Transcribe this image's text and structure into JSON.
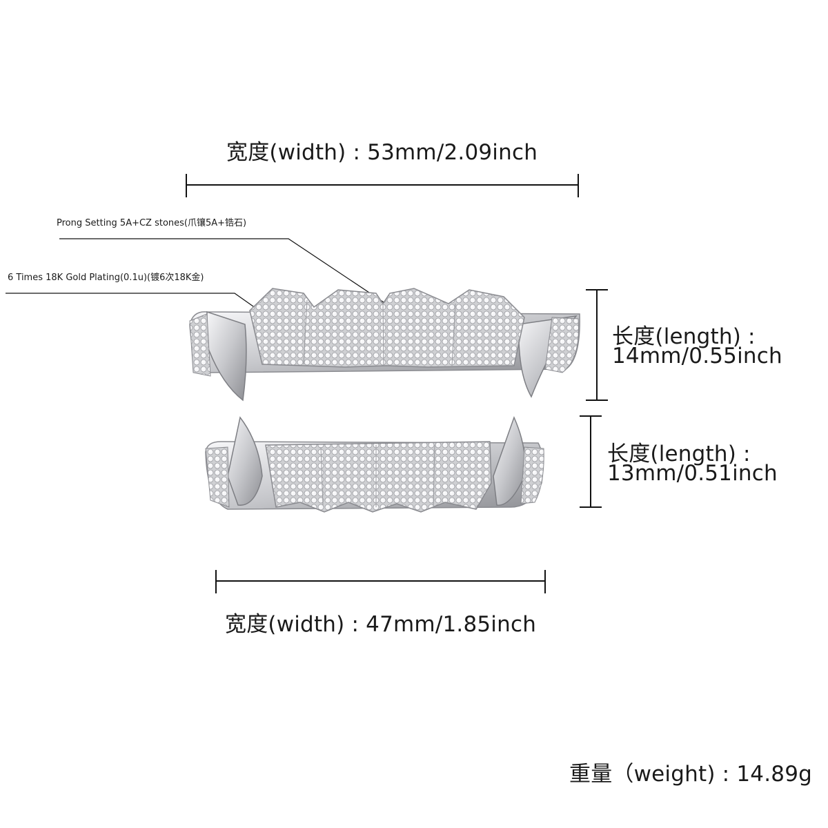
{
  "top_width": "宽度(width) : 53mm/2.09inch",
  "bottom_width": "宽度(width) : 47mm/1.85inch",
  "top_length": {
    "line1": "长度(length) :",
    "line2": "14mm/0.55inch"
  },
  "bottom_length": {
    "line1": "长度(length) :",
    "line2": "13mm/0.51inch"
  },
  "callout_prong": "Prong Setting 5A+CZ stones(爪镶5A+锆石)",
  "callout_plating": "6 Times  18K  Gold  Plating(0.1u)(镀6次18K金)",
  "weight": "重量（weight) : 14.89g",
  "colors": {
    "metal": "#d9d9dc",
    "stone": "#f4f4f6",
    "line": "#111111"
  }
}
